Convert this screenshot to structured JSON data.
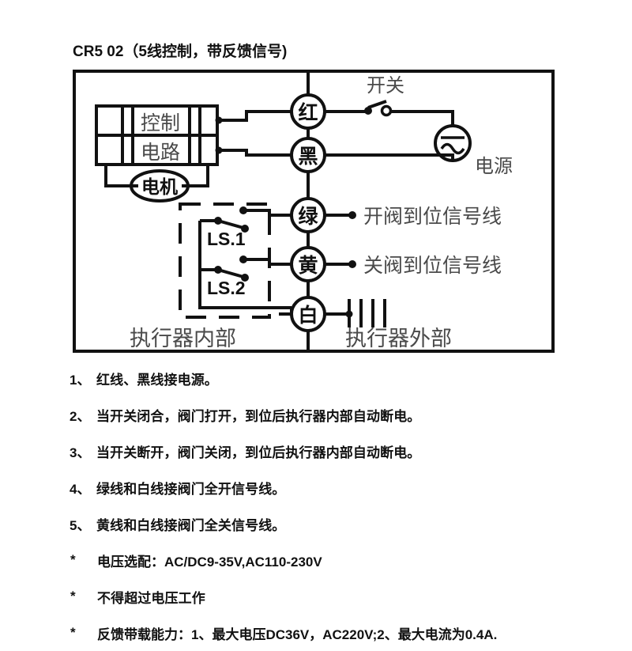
{
  "title": "CR5 02（5线控制，带反馈信号)",
  "diagram": {
    "control_box": {
      "line1": "控制",
      "line2": "电路"
    },
    "motor_label": "电机",
    "wire_terminals": [
      {
        "id": "red",
        "label": "红"
      },
      {
        "id": "black",
        "label": "黑"
      },
      {
        "id": "green",
        "label": "绿"
      },
      {
        "id": "yellow",
        "label": "黄"
      },
      {
        "id": "white",
        "label": "白"
      }
    ],
    "limit_switches": [
      {
        "id": "ls1",
        "label": "LS.1"
      },
      {
        "id": "ls2",
        "label": "LS.2"
      }
    ],
    "switch_label": "开关",
    "power_label": "电源",
    "signal_lines": [
      {
        "id": "open-position",
        "label": "开阀到位信号线"
      },
      {
        "id": "close-position",
        "label": "关阀到位信号线"
      }
    ],
    "zones": [
      {
        "id": "internal",
        "label": "执行器内部"
      },
      {
        "id": "external",
        "label": "执行器外部"
      }
    ]
  },
  "notes": [
    {
      "marker": "1、",
      "text": "红线、黑线接电源。",
      "type": "numbered"
    },
    {
      "marker": "2、",
      "text": "当开关闭合，阀门打开，到位后执行器内部自动断电。",
      "type": "numbered"
    },
    {
      "marker": "3、",
      "text": "当开关断开，阀门关闭，到位后执行器内部自动断电。",
      "type": "numbered"
    },
    {
      "marker": "4、",
      "text": "绿线和白线接阀门全开信号线。",
      "type": "numbered"
    },
    {
      "marker": "5、",
      "text": "黄线和白线接阀门全关信号线。",
      "type": "numbered"
    },
    {
      "marker": "*",
      "text": "电压选配：AC/DC9-35V,AC110-230V",
      "type": "star"
    },
    {
      "marker": "*",
      "text": "不得超过电压工作",
      "type": "star"
    },
    {
      "marker": "*",
      "text": "反馈带载能力：1、最大电压DC36V，AC220V;2、最大电流为0.4A.",
      "type": "star"
    }
  ],
  "colors": {
    "ink": "#111111",
    "label_gray": "#555555",
    "background": "#ffffff"
  }
}
